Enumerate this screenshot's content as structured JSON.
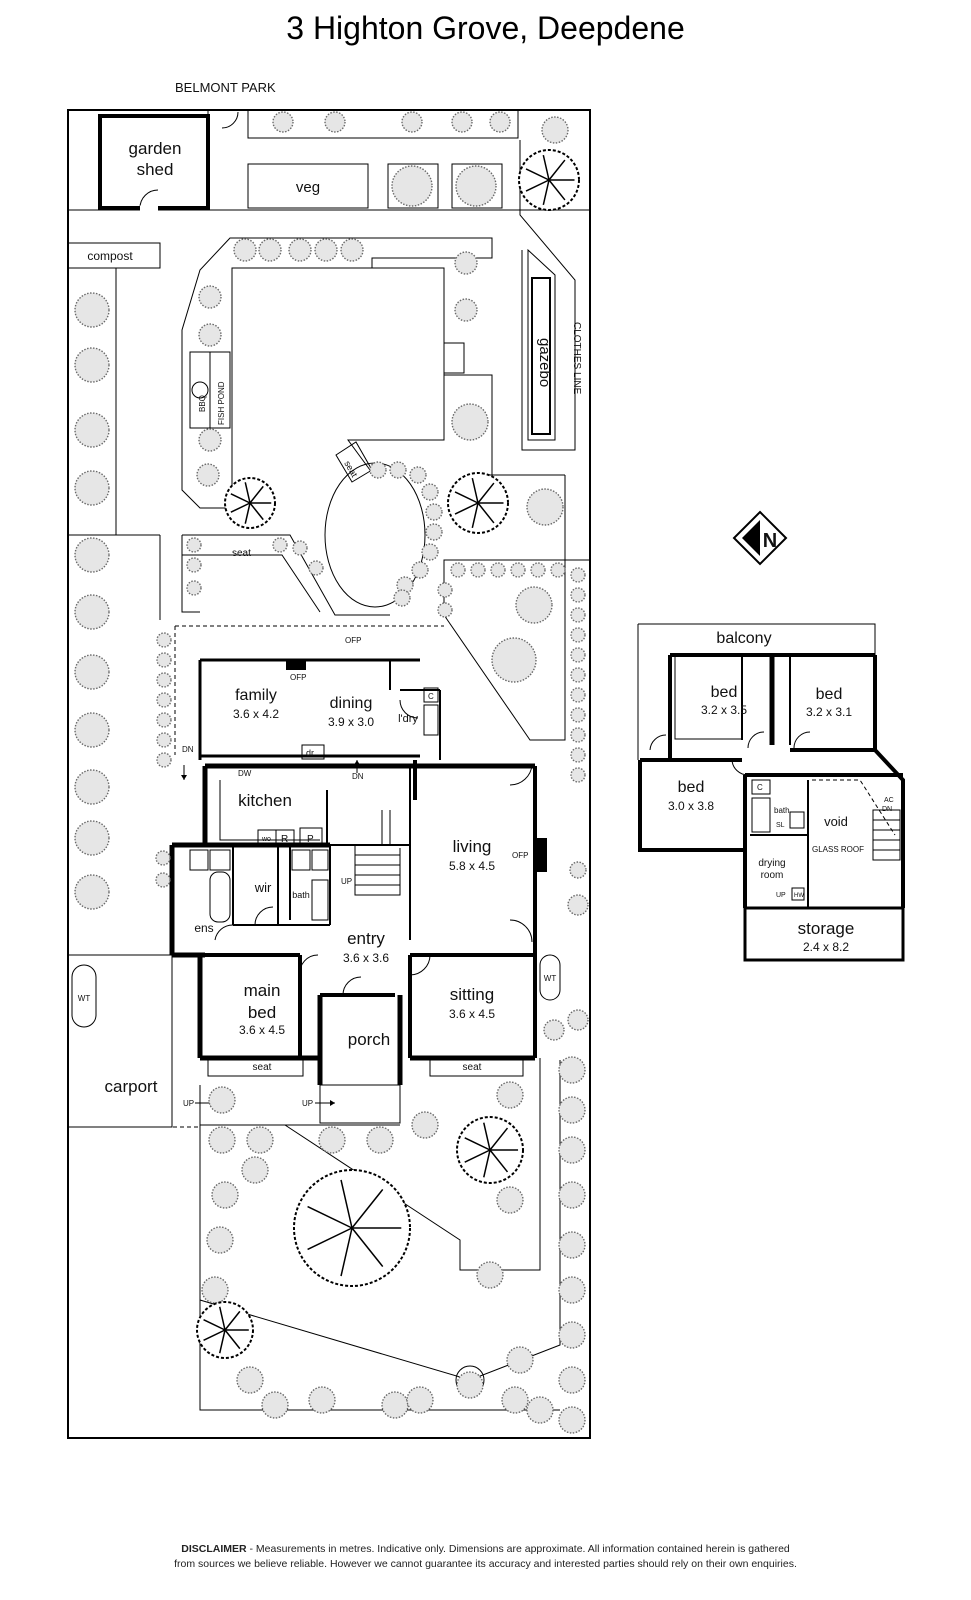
{
  "title": "3 Highton Grove, Deepdene",
  "street_label": "BELMONT PARK",
  "garden_labels": {
    "garden_shed_line1": "garden",
    "garden_shed_line2": "shed",
    "veg": "veg",
    "compost": "compost",
    "bbq": "BBQ",
    "fish_pond": "FISH POND",
    "gazebo": "gazebo",
    "clothes_line": "CLOTHES LINE",
    "seat_top_left": "seat",
    "seat_diagonal": "seat",
    "carport": "carport",
    "wt_left": "WT",
    "wt_right": "WT"
  },
  "ground_floor": {
    "ofp_outer": "OFP",
    "family": {
      "name": "family",
      "dims": "3.6 x 4.2"
    },
    "ofp_family": "OFP",
    "dining": {
      "name": "dining",
      "dims": "3.9 x 3.0"
    },
    "laundry": "l'dry",
    "laundry_c": "C",
    "dn_left": "DN",
    "dw": "DW",
    "dr": "dr",
    "dn_centre": "DN",
    "kitchen": "kitchen",
    "wo": "wo",
    "r": "R",
    "p": "P",
    "living": {
      "name": "living",
      "dims": "5.8 x 4.5"
    },
    "ofp_living": "OFP",
    "wir": "wir",
    "bath": "bath",
    "up_stair": "UP",
    "ens": "ens",
    "entry": {
      "name": "entry",
      "dims": "3.6 x 3.6"
    },
    "main_bed": {
      "name_line1": "main",
      "name_line2": "bed",
      "dims": "3.6 x 4.5"
    },
    "sitting": {
      "name": "sitting",
      "dims": "3.6 x 4.5"
    },
    "porch": "porch",
    "seat_bed": "seat",
    "seat_sitting": "seat",
    "up_carport": "UP",
    "up_porch": "UP"
  },
  "first_floor": {
    "balcony": "balcony",
    "bed1": {
      "name": "bed",
      "dims": "3.2 x 3.5"
    },
    "bed2": {
      "name": "bed",
      "dims": "3.2 x 3.1"
    },
    "bed3": {
      "name": "bed",
      "dims": "3.0 x 3.8"
    },
    "c": "C",
    "bath": "bath",
    "sl": "SL",
    "void": "void",
    "glass_roof": "GLASS ROOF",
    "ac": "AC",
    "dn": "DN",
    "drying_room_line1": "drying",
    "drying_room_line2": "room",
    "up": "UP",
    "hw": "HW",
    "storage": {
      "name": "storage",
      "dims": "2.4 x 8.2"
    }
  },
  "compass": "N",
  "disclaimer_label": "DISCLAIMER",
  "disclaimer_line1": " - Measurements in metres. Indicative only. Dimensions are approximate. All information contained herein is gathered",
  "disclaimer_line2": "from sources we believe reliable. However we cannot guarantee its accuracy and interested parties should rely on their own enquiries."
}
